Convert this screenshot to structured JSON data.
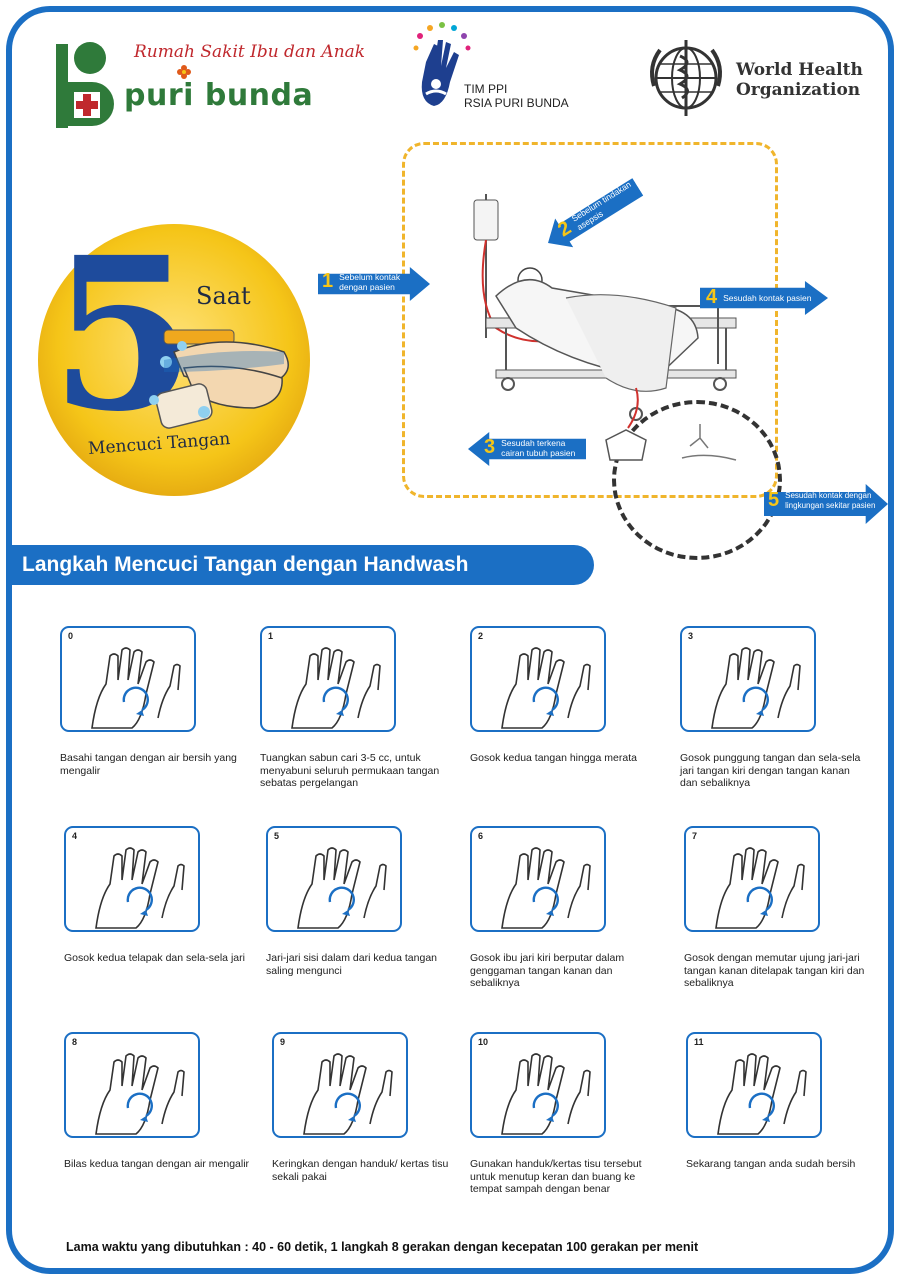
{
  "logos": {
    "hospital": {
      "script": "Rumah Sakit Ibu dan Anak",
      "name": "puri bunda"
    },
    "ppi": {
      "line1": "TIM PPI",
      "line2": "RSIA PURI BUNDA"
    },
    "who": {
      "line1": "World Health",
      "line2": "Organization"
    }
  },
  "badge": {
    "number": "5",
    "word1": "Saat",
    "word2": "Mencuci Tangan"
  },
  "moments": [
    {
      "num": "1",
      "line1": "Sebelum kontak",
      "line2": "dengan pasien"
    },
    {
      "num": "2",
      "line1": "Sebelum tindakan",
      "line2": "asepsis"
    },
    {
      "num": "3",
      "line1": "Sesudah terkena",
      "line2": "cairan tubuh pasien"
    },
    {
      "num": "4",
      "line1": "Sesudah kontak pasien",
      "line2": ""
    },
    {
      "num": "5",
      "line1": "Sesudah kontak dengan",
      "line2": "lingkungan sekitar pasien"
    }
  ],
  "section": {
    "title": "Langkah Mencuci Tangan dengan Handwash"
  },
  "steps": [
    {
      "num": "0",
      "caption": "Basahi tangan dengan air bersih yang mengalir"
    },
    {
      "num": "1",
      "caption": "Tuangkan sabun cari 3-5 cc, untuk menyabuni seluruh permukaan tangan sebatas pergelangan"
    },
    {
      "num": "2",
      "caption": "Gosok kedua tangan hingga merata"
    },
    {
      "num": "3",
      "caption": "Gosok punggung tangan dan sela-sela jari tangan kiri dengan tangan kanan dan sebaliknya"
    },
    {
      "num": "4",
      "caption": "Gosok kedua telapak dan sela-sela jari"
    },
    {
      "num": "5",
      "caption": "Jari-jari sisi dalam dari kedua tangan saling mengunci"
    },
    {
      "num": "6",
      "caption": "Gosok ibu jari kiri berputar dalam genggaman tangan kanan dan sebaliknya"
    },
    {
      "num": "7",
      "caption": "Gosok dengan memutar ujung jari-jari tangan kanan ditelapak tangan kiri dan sebaliknya"
    },
    {
      "num": "8",
      "caption": "Bilas kedua tangan dengan air mengalir"
    },
    {
      "num": "9",
      "caption": "Keringkan dengan handuk/ kertas tisu sekali pakai"
    },
    {
      "num": "10",
      "caption": "Gunakan handuk/kertas tisu tersebut untuk menutup keran dan buang ke tempat sampah dengan benar"
    },
    {
      "num": "11",
      "caption": "Sekarang tangan anda sudah bersih"
    }
  ],
  "footer": "Lama waktu yang dibutuhkan : 40 - 60 detik, 1 langkah 8 gerakan dengan kecepatan 100 gerakan per menit",
  "colors": {
    "blue": "#1b6fc4",
    "yellow": "#f5c518",
    "green": "#2f7a3a",
    "red": "#c0282d"
  }
}
